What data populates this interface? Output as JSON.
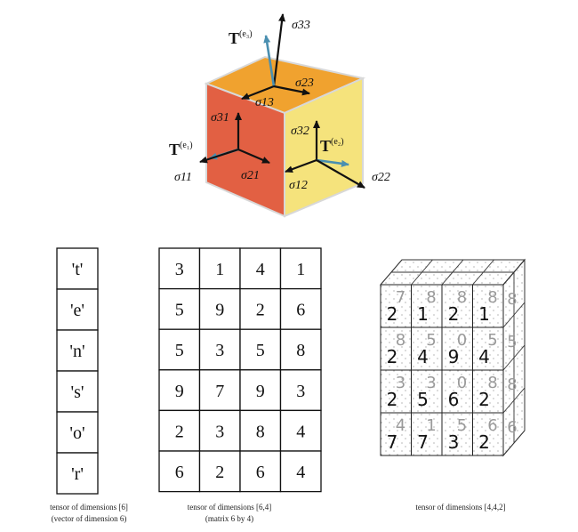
{
  "cube": {
    "colors": {
      "top": "#f0a22f",
      "left": "#e26043",
      "right": "#f5e37c",
      "arrow_blue": "#4a8fb0",
      "arrow_black": "#111111"
    },
    "labels": {
      "T": "T",
      "e1": "(e₁)",
      "e2": "(e₂)",
      "e3": "(e₃)",
      "s11": "σ11",
      "s12": "σ12",
      "s13": "σ13",
      "s21": "σ21",
      "s22": "σ22",
      "s23": "σ23",
      "s31": "σ31",
      "s32": "σ32",
      "s33": "σ33"
    }
  },
  "vector": {
    "values": [
      "'t'",
      "'e'",
      "'n'",
      "'s'",
      "'o'",
      "'r'"
    ],
    "caption1": "tensor of dimensions [6]",
    "caption2": "(vector of dimension 6)"
  },
  "matrix": {
    "rows": [
      [
        "3",
        "1",
        "4",
        "1"
      ],
      [
        "5",
        "9",
        "2",
        "6"
      ],
      [
        "5",
        "3",
        "5",
        "8"
      ],
      [
        "9",
        "7",
        "9",
        "3"
      ],
      [
        "2",
        "3",
        "8",
        "4"
      ],
      [
        "6",
        "2",
        "6",
        "4"
      ]
    ],
    "caption1": "tensor of dimensions [6,4]",
    "caption2": "(matrix 6 by 4)"
  },
  "tensor3d": {
    "front": [
      [
        "2",
        "1",
        "2",
        "1"
      ],
      [
        "2",
        "4",
        "9",
        "4"
      ],
      [
        "2",
        "5",
        "6",
        "2"
      ],
      [
        "7",
        "7",
        "3",
        "2"
      ]
    ],
    "back": [
      [
        "7",
        "8",
        "8",
        "8"
      ],
      [
        "8",
        "5",
        "0",
        "5"
      ],
      [
        "3",
        "3",
        "0",
        "8"
      ],
      [
        "4",
        "1",
        "5",
        "6"
      ]
    ],
    "caption": "tensor of dimensions [4,4,2]"
  }
}
